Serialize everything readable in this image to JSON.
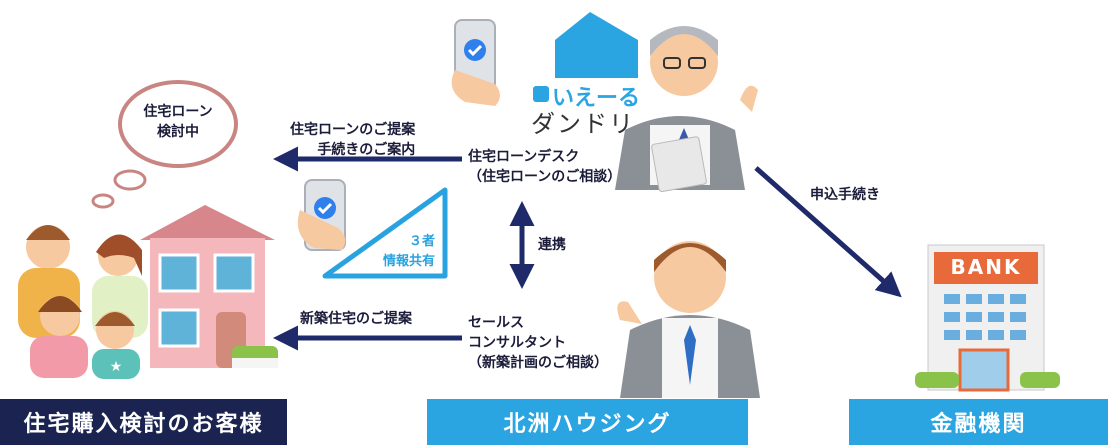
{
  "thought_bubble": "住宅ローン\n検討中",
  "logo": {
    "brand": "いえーる",
    "sub": "ダンドリ"
  },
  "desk_label": "住宅ローンデスク\n（住宅ローンのご相談）",
  "arrow_loan_label": "住宅ローンのご提案\n手続きのご案内",
  "arrow_house_label": "新築住宅のご提案",
  "three_party": "３者\n情報共有",
  "link_label": "連携",
  "apply_label": "申込手続き",
  "sales_label": "セールス\nコンサルタント\n（新築計画のご相談）",
  "bank_sign": "BANK",
  "footers": {
    "customer": "住宅購入検討のお客様",
    "company": "北洲ハウジング",
    "bank": "金融機関"
  },
  "colors": {
    "navy": "#1f2a6b",
    "blue": "#29a3e0",
    "footer_navy": "#1b2450",
    "footer_blue": "#2aa5e2"
  }
}
